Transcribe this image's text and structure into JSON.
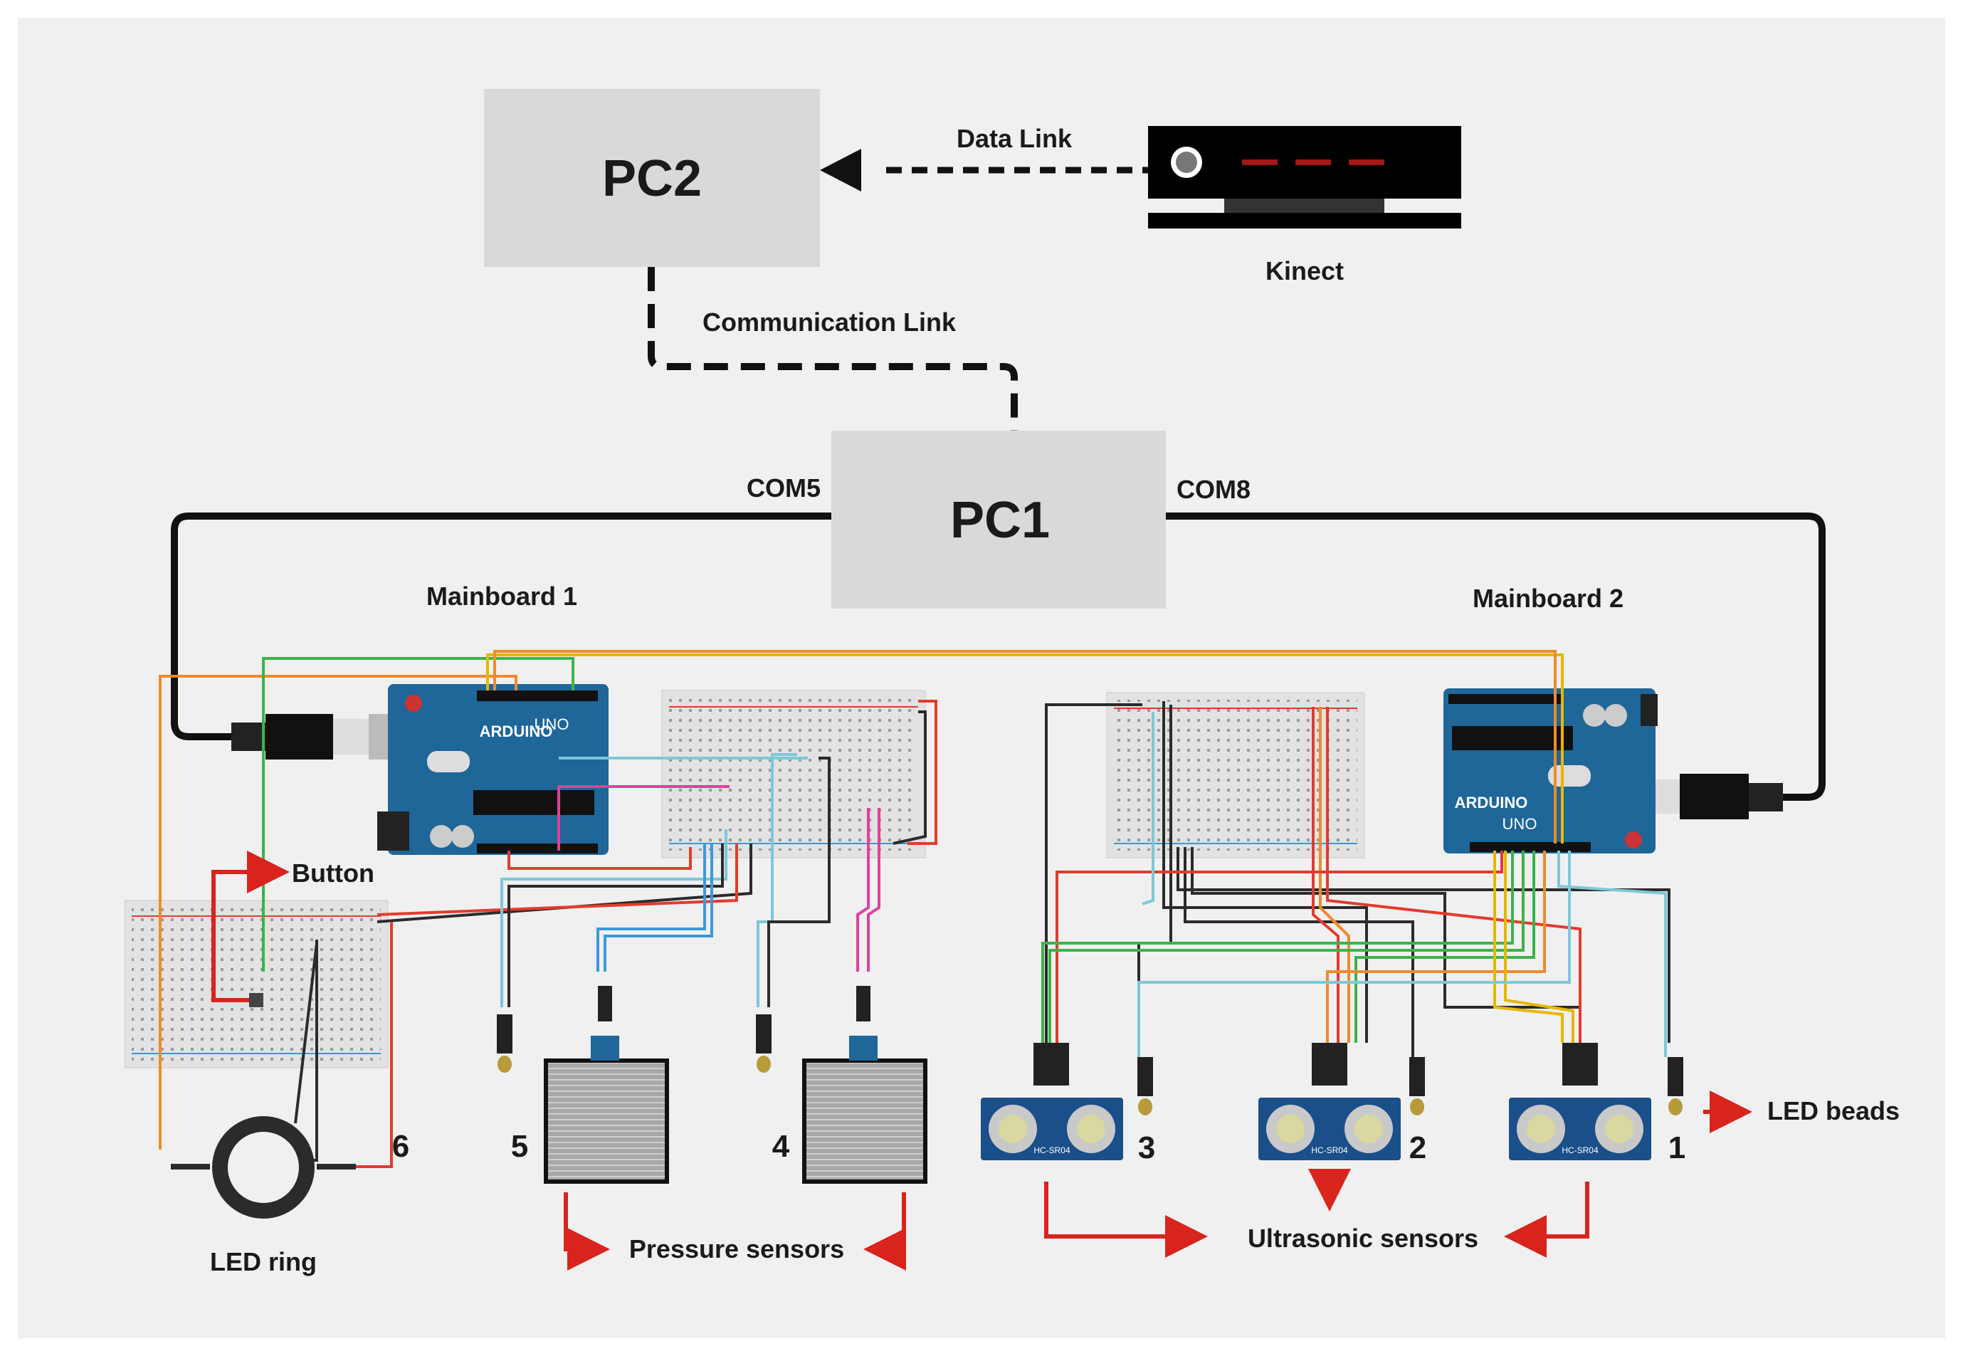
{
  "nodes": {
    "pc2": "PC2",
    "pc1": "PC1",
    "kinect": "Kinect"
  },
  "links": {
    "data_link": "Data Link",
    "communication_link": "Communication Link",
    "com5": "COM5",
    "com8": "COM8"
  },
  "boards": {
    "mainboard1": "Mainboard 1",
    "mainboard2": "Mainboard 2",
    "arduino_logo": "ARDUINO",
    "uno": "UNO"
  },
  "components": {
    "button": "Button",
    "led_ring": "LED ring",
    "pressure_sensors": "Pressure sensors",
    "ultrasonic_sensors": "Ultrasonic sensors",
    "led_beads": "LED beads",
    "sensor_chip_text": "HC-SR04"
  },
  "numbers": [
    "6",
    "5",
    "4",
    "3",
    "2",
    "1"
  ],
  "colors": {
    "background": "#f0f0f0",
    "pc_box": "#d9d9d9",
    "arrow_red": "#d8241c",
    "board_blue": "#1f6699",
    "wire_black": "#2b2b2b",
    "wire_orange": "#f08a2c",
    "wire_green": "#3cb34a",
    "wire_yellow": "#e5b800",
    "wire_red": "#e23b2e",
    "wire_blue": "#3a9ad9",
    "wire_cyan": "#7cc8d8",
    "wire_pink": "#e0409a"
  }
}
